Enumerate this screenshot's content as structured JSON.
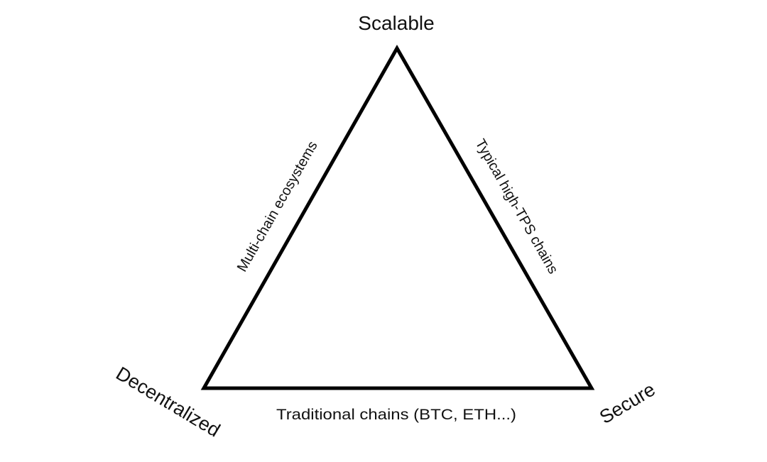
{
  "diagram": {
    "title": "Blockchain trilemma",
    "vertices": {
      "top": "Scalable",
      "bottom_left": "Decentralized",
      "bottom_right": "Secure"
    },
    "edges": {
      "left": "Multi-chain ecosystems",
      "right": "Typical high-TPS chains",
      "bottom": "Traditional chains (BTC, ETH...)"
    },
    "colors": {
      "line": "#000000",
      "text": "#111111",
      "background": "#ffffff"
    }
  }
}
